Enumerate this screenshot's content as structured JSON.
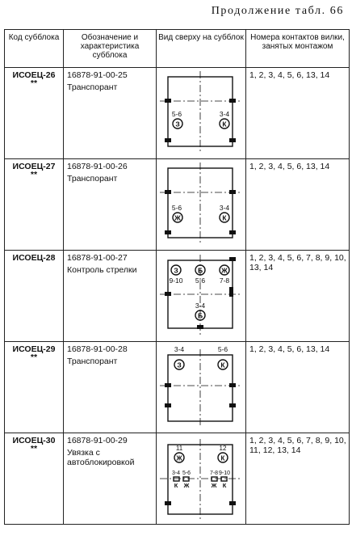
{
  "caption": "Продолжение табл. 66",
  "headers": {
    "code": "Код субблока",
    "designation": "Обозначение и характеристика субблока",
    "top_view": "Вид сверху на субблок",
    "contacts": "Номера контактов вилки, занятых монтажом"
  },
  "rows": [
    {
      "code": "ИСОЕЦ-26",
      "mark": "**",
      "number": "16878-91-00-25",
      "name": "Транспорант",
      "contacts": "1, 2, 3, 4, 5, 6, 13, 14",
      "figure": {
        "labels": [
          "5-6",
          "3-4"
        ],
        "letters": [
          "З",
          "К"
        ]
      }
    },
    {
      "code": "ИСОЕЦ-27",
      "mark": "**",
      "number": "16878-91-00-26",
      "name": "Транспорант",
      "contacts": "1, 2, 3, 4, 5, 6, 13, 14",
      "figure": {
        "labels": [
          "5-6",
          "3-4"
        ],
        "letters": [
          "Ж",
          "К"
        ]
      }
    },
    {
      "code": "ИСОЕЦ-28",
      "mark": "",
      "number": "16878-91-00-27",
      "name": "Контроль стрелки",
      "contacts": "1, 2, 3, 4, 5, 6, 7, 8, 9, 10, 13, 14",
      "figure": {
        "labels": [
          "9-10",
          "5-6",
          "7-8",
          "3-4"
        ],
        "letters": [
          "З",
          "Б",
          "Ж",
          "Б"
        ]
      }
    },
    {
      "code": "ИСОЕЦ-29",
      "mark": "**",
      "number": "16878-91-00-28",
      "name": "Транспорант",
      "contacts": "1, 2, 3, 4, 5, 6, 13, 14",
      "figure": {
        "labels": [
          "3-4",
          "5-6"
        ],
        "letters": [
          "З",
          "К"
        ]
      }
    },
    {
      "code": "ИСОЕЦ-30",
      "mark": "**",
      "number": "16878-91-00-29",
      "name": "Увязка с автоблокировкой",
      "contacts": "1, 2, 3, 4, 5, 6, 7, 8, 9, 10, 11, 12, 13, 14",
      "figure": {
        "labels": [
          "11",
          "12",
          "3-4",
          "5-6",
          "7-8",
          "9-10"
        ],
        "letters": [
          "Ж",
          "К",
          "К",
          "Ж",
          "Ж",
          "К"
        ]
      }
    }
  ]
}
